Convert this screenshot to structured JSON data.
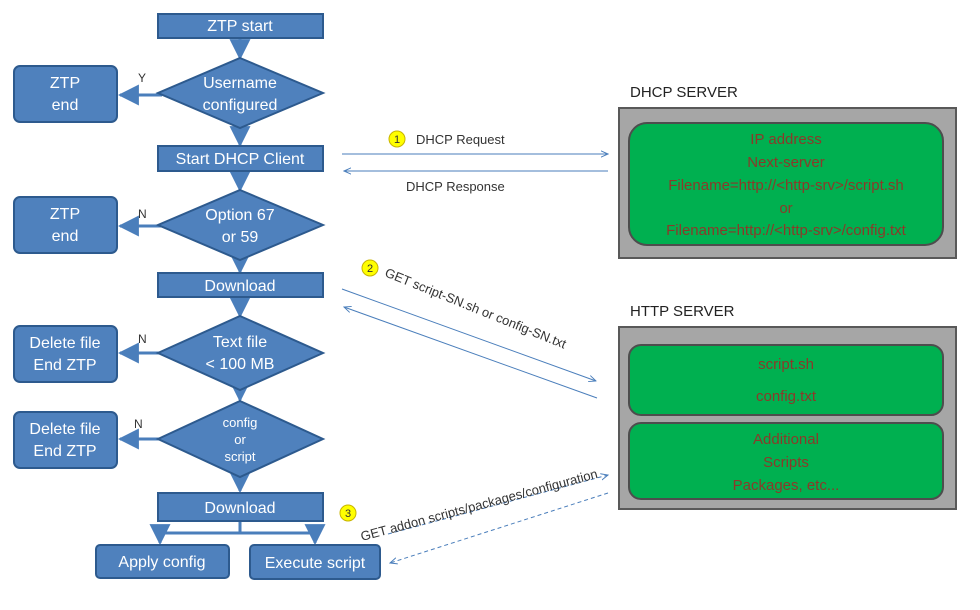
{
  "flow": {
    "ztp_start": "ZTP start",
    "username_configured": [
      "Username",
      "configured"
    ],
    "ztp_end_1": [
      "ZTP",
      "end"
    ],
    "yes_label": "Y",
    "start_dhcp_client": "Start DHCP Client",
    "option_67_59": [
      "Option 67",
      "or 59"
    ],
    "ztp_end_2": [
      "ZTP",
      "end"
    ],
    "no_label_1": "N",
    "download_1": "Download",
    "text_file_size": [
      "Text file",
      "< 100 MB"
    ],
    "delete_file_1": [
      "Delete file",
      "End ZTP"
    ],
    "no_label_2": "N",
    "config_or_script": [
      "config",
      "or",
      "script"
    ],
    "delete_file_2": [
      "Delete file",
      "End ZTP"
    ],
    "no_label_3": "N",
    "download_2": "Download",
    "apply_config": "Apply config",
    "execute_script": "Execute script"
  },
  "messages": {
    "step1_number": "1",
    "dhcp_request": "DHCP Request",
    "dhcp_response": "DHCP Response",
    "step2_number": "2",
    "get_script": "GET script-SN.sh or config-SN.txt",
    "step3_number": "3",
    "get_addon": "GET addon scripts/packages/configuration"
  },
  "dhcp_server": {
    "title": "DHCP SERVER",
    "lines": [
      "IP address",
      "Next-server",
      "Filename=http://<http-srv>/script.sh",
      "or",
      "Filename=http://<http-srv>/config.txt"
    ]
  },
  "http_server": {
    "title": "HTTP SERVER",
    "files": [
      "script.sh",
      "config.txt"
    ],
    "additional": [
      "Additional",
      "Scripts",
      "Packages, etc..."
    ]
  },
  "colors": {
    "flow_fill": "#4f81bd",
    "flow_stroke": "#2d5a8e",
    "server_gray": "#a6a6a6",
    "server_green": "#00b050",
    "arrow_blue": "#4a7ebb",
    "step_badge": "#ffff00"
  }
}
